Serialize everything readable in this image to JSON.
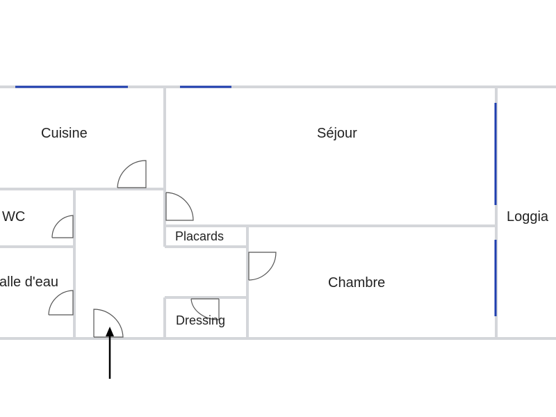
{
  "plan": {
    "rooms": {
      "cuisine": "Cuisine",
      "sejour": "Séjour",
      "wc": "WC",
      "salle_eau": "alle d'eau",
      "placards": "Placards",
      "chambre": "Chambre",
      "dressing": "Dressing",
      "loggia": "Loggia"
    },
    "colors": {
      "wall": "#d4d6da",
      "window": "#1f3fb0",
      "text": "#222222"
    }
  }
}
